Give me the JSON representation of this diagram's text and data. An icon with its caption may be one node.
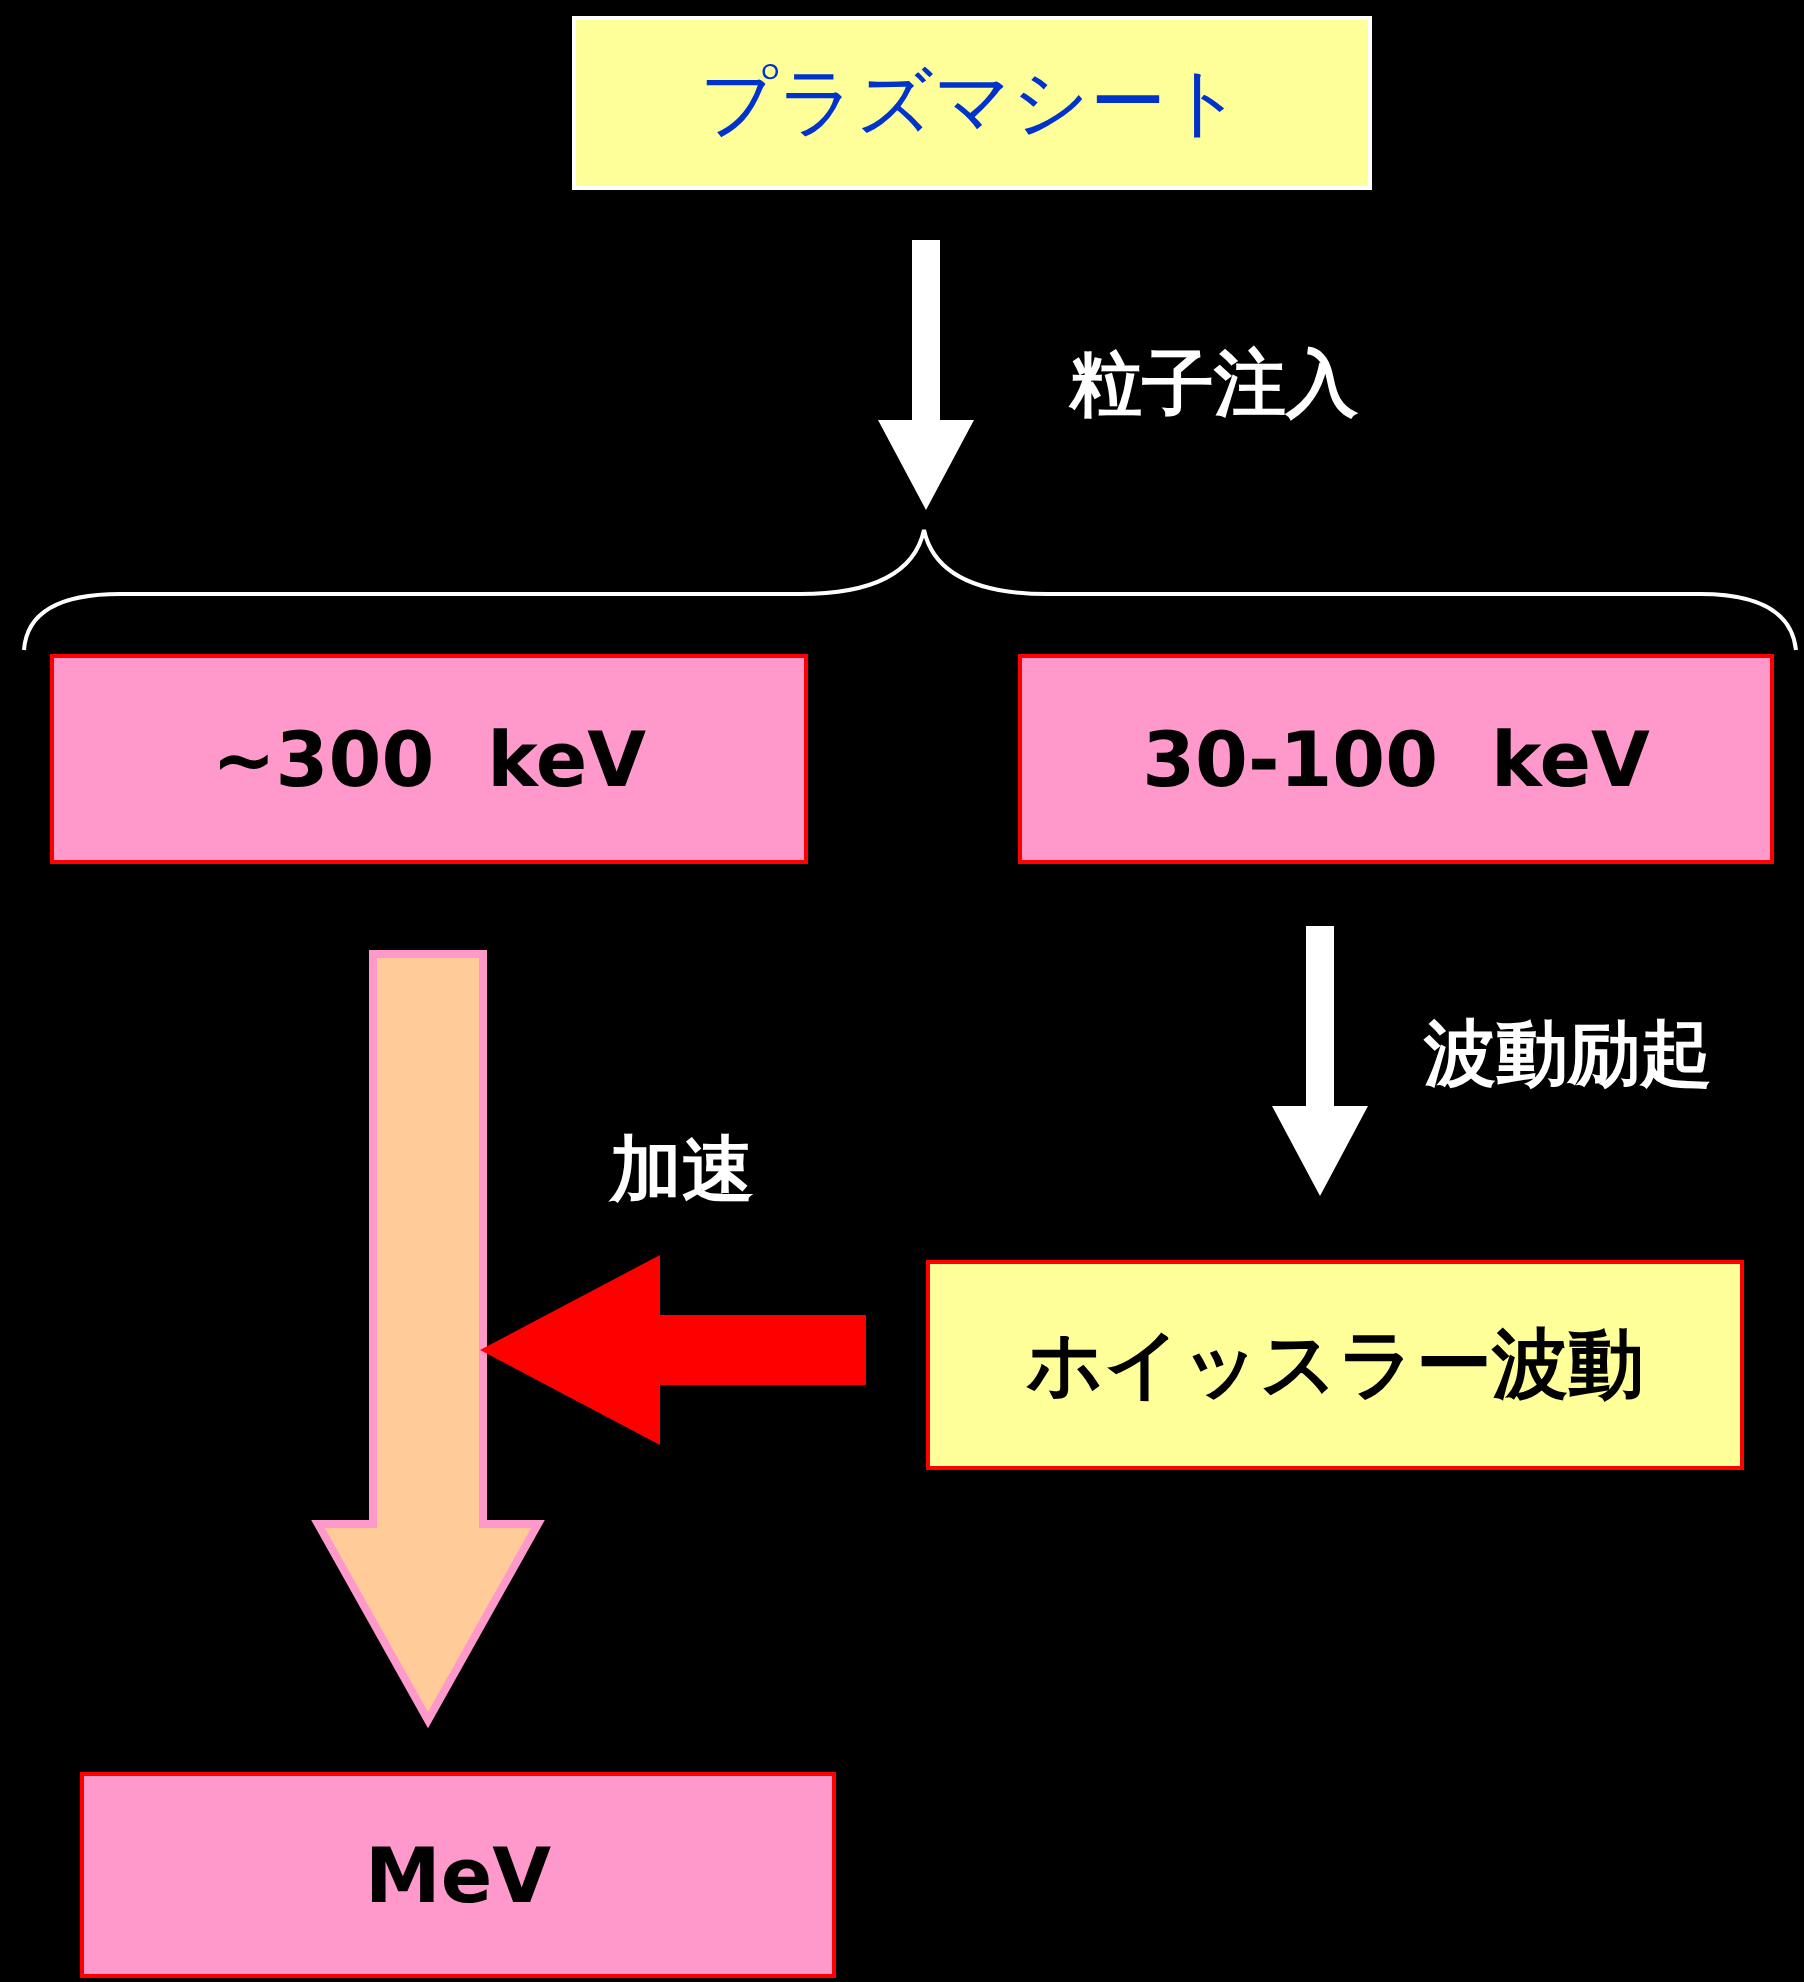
{
  "diagram": {
    "nodes": [
      {
        "text": [
          "プラズマシート"
        ]
      },
      {
        "text": [
          "~300  keV"
        ]
      },
      {
        "text": [
          "30-100  keV"
        ]
      },
      {
        "text": [
          "ホイッスラー波動"
        ]
      },
      {
        "text": [
          "MeV"
        ]
      }
    ],
    "edges": [
      {
        "from": 0,
        "to": 1,
        "arrow": "to",
        "label": "粒子注入"
      },
      {
        "from": 0,
        "to": 2,
        "arrow": "to"
      },
      {
        "from": 2,
        "to": 3,
        "arrow": "to",
        "label": "波動励起"
      },
      {
        "from": 1,
        "to": 4,
        "arrow": "to",
        "style": "thick",
        "color": "#ffcc99"
      },
      {
        "from": 3,
        "to": null,
        "arrow": "to",
        "label": "加速",
        "style": "thick",
        "color": "#ff0000"
      }
    ]
  }
}
